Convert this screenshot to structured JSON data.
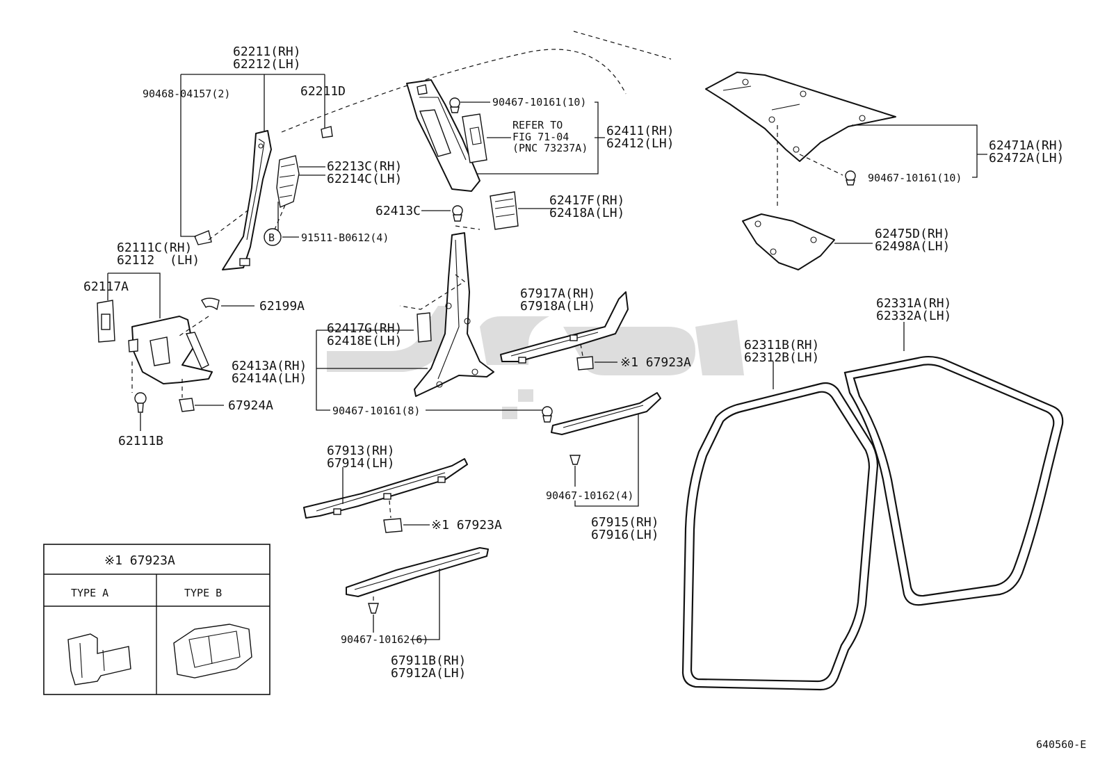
{
  "diagram": {
    "code": "640560-E",
    "watermark_glyphs": "ياكول",
    "callouts": {
      "p62211": [
        "62211(RH)",
        "62212(LH)"
      ],
      "p90468": "90468-04157(2)",
      "p62211D": "62211D",
      "p62213C": [
        "62213C(RH)",
        "62214C(LH)"
      ],
      "pB": "B",
      "p91511": "91511-B0612(4)",
      "p62111C": [
        "62111C(RH)",
        "62112  (LH)"
      ],
      "p62117A": "62117A",
      "p62199A": "62199A",
      "p67924A": "67924A",
      "p62111B": "62111B",
      "p90467_10": "90467-10161(10)",
      "refer": [
        "REFER TO",
        "FIG 71-04",
        "(PNC 73237A)"
      ],
      "p62411": [
        "62411(RH)",
        "62412(LH)"
      ],
      "p62413C": "62413C",
      "p62417F": [
        "62417F(RH)",
        "62418A(LH)"
      ],
      "p62471A": [
        "62471A(RH)",
        "62472A(LH)"
      ],
      "p90467_10b": "90467-10161(10)",
      "p62475D": [
        "62475D(RH)",
        "62498A(LH)"
      ],
      "p67917A": [
        "67917A(RH)",
        "67918A(LH)"
      ],
      "p62417G": [
        "62417G(RH)",
        "62418E(LH)"
      ],
      "p62413A": [
        "62413A(RH)",
        "62414A(LH)"
      ],
      "p67923A_1": "※1 67923A",
      "p90467_8": "90467-10161(8)",
      "p62331A": [
        "62331A(RH)",
        "62332A(LH)"
      ],
      "p62311B": [
        "62311B(RH)",
        "62312B(LH)"
      ],
      "p67913": [
        "67913(RH)",
        "67914(LH)"
      ],
      "p67923A_2": "※1 67923A",
      "p90467_10162_4": "90467-10162(4)",
      "p67915": [
        "67915(RH)",
        "67916(LH)"
      ],
      "p90467_10162_6": "90467-10162(6)",
      "p67911B": [
        "67911B(RH)",
        "67912A(LH)"
      ]
    },
    "legend": {
      "title": "※1 67923A",
      "type_a": "TYPE A",
      "type_b": "TYPE B"
    }
  }
}
